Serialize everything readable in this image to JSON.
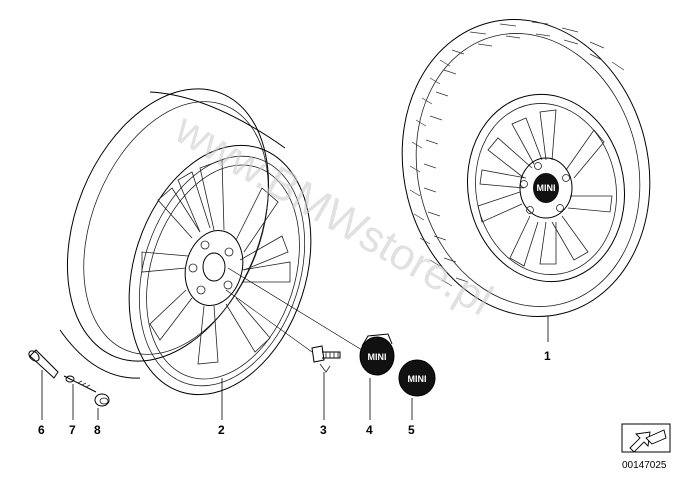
{
  "callouts": {
    "c1": "1",
    "c2": "2",
    "c3": "3",
    "c4": "4",
    "c5": "5",
    "c6": "6",
    "c7": "7",
    "c8": "8"
  },
  "watermark": "www.BMWstore.pl",
  "hubcap_logo": "MINI",
  "diagram_ref": "00147025"
}
